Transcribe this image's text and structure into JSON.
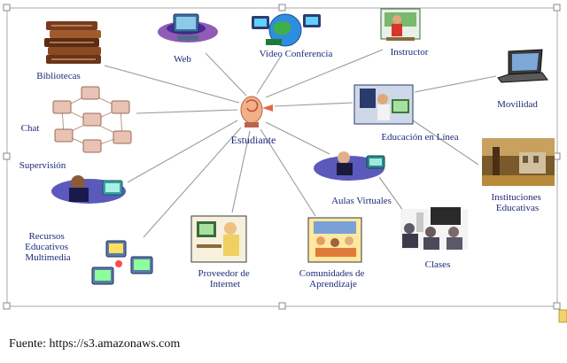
{
  "diagram": {
    "center": {
      "label": "Estudiante",
      "icon": "student-head-icon"
    },
    "nodes": [
      {
        "id": "bibliotecas",
        "label_lines": [
          "Bibliotecas"
        ],
        "icon": "books-icon"
      },
      {
        "id": "web",
        "label_lines": [
          "Web"
        ],
        "icon": "web-computer-icon"
      },
      {
        "id": "video",
        "label_lines": [
          "Video Conferencia"
        ],
        "icon": "globe-network-icon"
      },
      {
        "id": "instructor",
        "label_lines": [
          "Instructor"
        ],
        "icon": "instructor-icon"
      },
      {
        "id": "movilidad",
        "label_lines": [
          "Movilidad"
        ],
        "icon": "laptop-icon"
      },
      {
        "id": "chat",
        "label_lines": [
          "Chat"
        ],
        "icon": "chat-network-icon"
      },
      {
        "id": "educacion",
        "label_lines": [
          "Educación en Línea"
        ],
        "icon": "online-education-icon"
      },
      {
        "id": "supervision",
        "label_lines": [
          "Supervisión"
        ],
        "icon": "supervision-icon"
      },
      {
        "id": "instituciones",
        "label_lines": [
          "Instituciones",
          "Educativas"
        ],
        "icon": "campus-photo-icon"
      },
      {
        "id": "aulas",
        "label_lines": [
          "Aulas Virtuales"
        ],
        "icon": "virtual-classroom-icon"
      },
      {
        "id": "recursos",
        "label_lines": [
          "Recursos",
          "Educativos",
          "Multimedia"
        ],
        "icon": "multimedia-computers-icon"
      },
      {
        "id": "proveedor",
        "label_lines": [
          "Proveedor de",
          "Internet"
        ],
        "icon": "internet-provider-icon"
      },
      {
        "id": "comunidades",
        "label_lines": [
          "Comunidades de",
          "Aprendizaje"
        ],
        "icon": "learning-community-icon"
      },
      {
        "id": "clases",
        "label_lines": [
          "Clases"
        ],
        "icon": "classroom-photo-icon"
      }
    ],
    "edges": [
      [
        "estudiante",
        "bibliotecas"
      ],
      [
        "estudiante",
        "web"
      ],
      [
        "estudiante",
        "video"
      ],
      [
        "estudiante",
        "instructor"
      ],
      [
        "estudiante",
        "chat"
      ],
      [
        "estudiante",
        "educacion"
      ],
      [
        "estudiante",
        "supervision"
      ],
      [
        "estudiante",
        "aulas"
      ],
      [
        "estudiante",
        "recursos"
      ],
      [
        "estudiante",
        "proveedor"
      ],
      [
        "estudiante",
        "comunidades"
      ],
      [
        "educacion",
        "movilidad"
      ],
      [
        "educacion",
        "instituciones"
      ],
      [
        "aulas",
        "clases"
      ]
    ]
  },
  "caption": "Fuente: https://s3.amazonaws.com"
}
